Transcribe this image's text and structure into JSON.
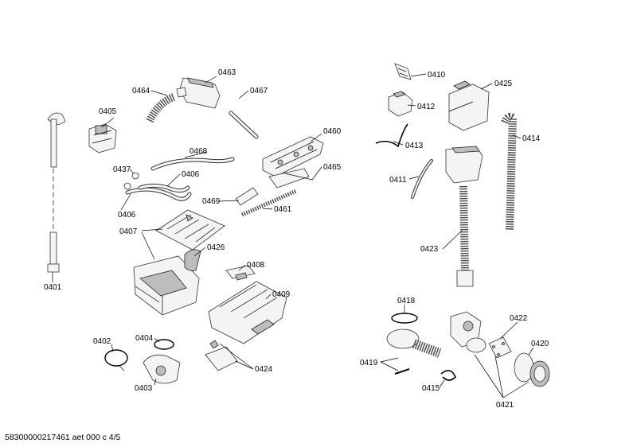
{
  "labels": {
    "p0401": "0401",
    "p0402": "0402",
    "p0403": "0403",
    "p0404": "0404",
    "p0405": "0405",
    "p0406a": "0406",
    "p0406b": "0406",
    "p0407": "0407",
    "p0408": "0408",
    "p0409": "0409",
    "p0410": "0410",
    "p0411": "0411",
    "p0412": "0412",
    "p0413": "0413",
    "p0414": "0414",
    "p0415": "0415",
    "p0418": "0418",
    "p0419": "0419",
    "p0420": "0420",
    "p0421": "0421",
    "p0422": "0422",
    "p0423": "0423",
    "p0424": "0424",
    "p0425": "0425",
    "p0426": "0426",
    "p0437": "0437",
    "p0460": "0460",
    "p0461": "0461",
    "p0463": "0463",
    "p0464": "0464",
    "p0465": "0465",
    "p0467": "0467",
    "p0468": "0468",
    "p0469": "0469"
  },
  "footer": "58300000217461 aet 000 c 4/5"
}
